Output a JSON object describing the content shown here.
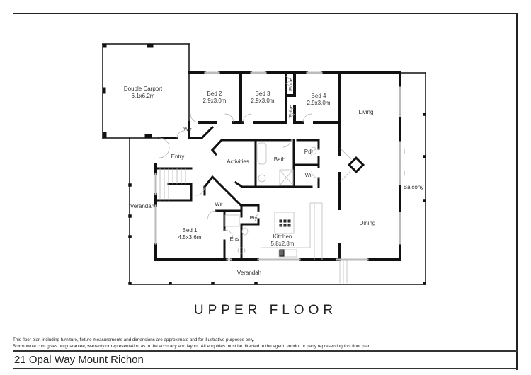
{
  "plan": {
    "title": "UPPER FLOOR",
    "rooms": {
      "carport": {
        "name": "Double Carport",
        "size": "6.1x6.2m"
      },
      "bed2": {
        "name": "Bed 2",
        "size": "2.9x3.0m"
      },
      "bed3": {
        "name": "Bed 3",
        "size": "2.9x3.0m"
      },
      "bed4": {
        "name": "Bed 4",
        "size": "2.9x3.0m"
      },
      "robe_a": {
        "name": "Robe"
      },
      "robe_b": {
        "name": "Robe"
      },
      "wir_top": {
        "name": "Wir"
      },
      "entry": {
        "name": "Entry"
      },
      "activities": {
        "name": "Activities"
      },
      "bath": {
        "name": "Bath"
      },
      "pdr": {
        "name": "Pdr"
      },
      "wil": {
        "name": "Wil"
      },
      "living": {
        "name": "Living"
      },
      "balcony": {
        "name": "Balcony"
      },
      "dining": {
        "name": "Dining"
      },
      "verandah_left": {
        "name": "Verandah"
      },
      "verandah_bottom": {
        "name": "Verandah"
      },
      "wir_bed1": {
        "name": "Wir"
      },
      "pty": {
        "name": "Pty"
      },
      "bed1": {
        "name": "Bed 1",
        "size": "4.5x3.6m"
      },
      "ens": {
        "name": "Ens"
      },
      "kitchen": {
        "name": "Kitchen",
        "size": "5.8x2.8m"
      }
    }
  },
  "footer": {
    "disclaimer_line1": "This floor plan including furniture, fixture measurements and dimensions are approximate and for illustrative purposes only.",
    "disclaimer_line2": "Boxbrownie.com gives no guarantee, warranty or representation as to the accuracy and layout. All enquiries must be directed to the agent, vendor or party representing this floor plan.",
    "address": "21 Opal Way Mount Richon"
  }
}
